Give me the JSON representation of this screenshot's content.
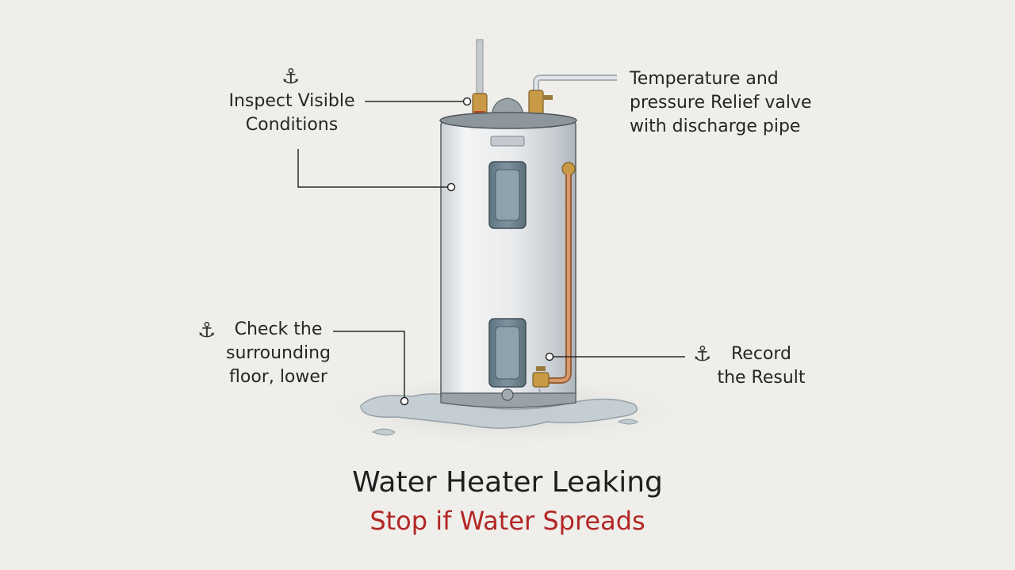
{
  "labels": {
    "inspect": [
      "Inspect Visible",
      "Conditions"
    ],
    "relief": [
      "Temperature and",
      "pressure Relief valve",
      "with discharge pipe"
    ],
    "floor": [
      "Check the",
      "surrounding",
      "floor, lower"
    ],
    "record": [
      "Record",
      "the Result"
    ]
  },
  "icons": {
    "inspect": "anchor-icon",
    "floor": "anchor-icon",
    "record": "anchor-icon"
  },
  "title": "Water Heater Leaking",
  "subtitle": "Stop if Water Spreads",
  "colors": {
    "background": "#efeeea",
    "subtitle": "#b32626",
    "tank": "#e6e9ec",
    "water": "#b9c6cd",
    "copper": "#c4865c",
    "brass": "#c99a45"
  }
}
